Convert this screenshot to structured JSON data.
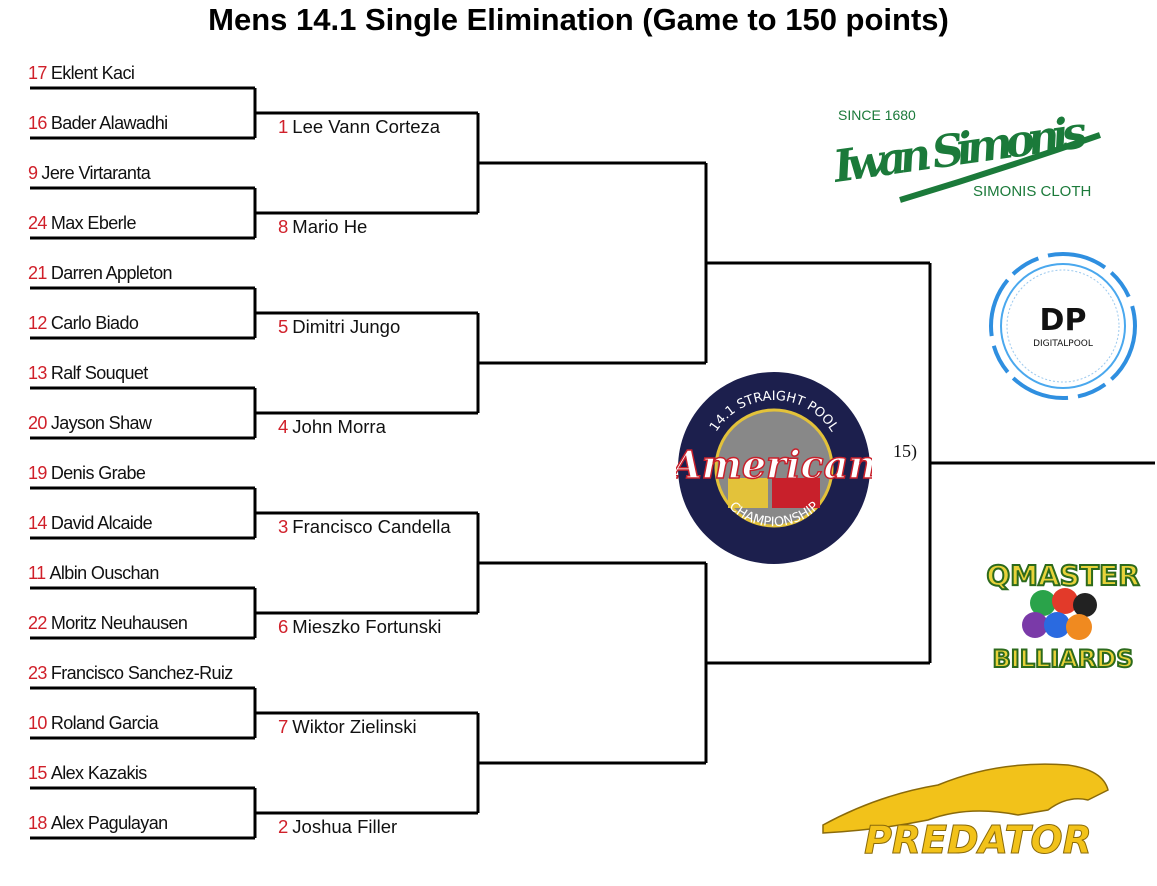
{
  "title": "Mens 14.1 Single Elimination (Game to 150 points)",
  "round1": [
    {
      "seed": "17",
      "name": "Eklent Kaci"
    },
    {
      "seed": "16",
      "name": "Bader Alawadhi"
    },
    {
      "seed": "9",
      "name": "Jere Virtaranta"
    },
    {
      "seed": "24",
      "name": "Max Eberle"
    },
    {
      "seed": "21",
      "name": "Darren Appleton"
    },
    {
      "seed": "12",
      "name": "Carlo Biado"
    },
    {
      "seed": "13",
      "name": "Ralf Souquet"
    },
    {
      "seed": "20",
      "name": "Jayson Shaw"
    },
    {
      "seed": "19",
      "name": "Denis Grabe"
    },
    {
      "seed": "14",
      "name": "David Alcaide"
    },
    {
      "seed": "11",
      "name": "Albin Ouschan"
    },
    {
      "seed": "22",
      "name": "Moritz Neuhausen"
    },
    {
      "seed": "23",
      "name": "Francisco Sanchez-Ruiz"
    },
    {
      "seed": "10",
      "name": "Roland Garcia"
    },
    {
      "seed": "15",
      "name": "Alex Kazakis"
    },
    {
      "seed": "18",
      "name": "Alex Pagulayan"
    }
  ],
  "round2": [
    {
      "seed": "1",
      "name": "Lee Vann Corteza"
    },
    {
      "seed": "8",
      "name": "Mario He"
    },
    {
      "seed": "5",
      "name": "Dimitri Jungo"
    },
    {
      "seed": "4",
      "name": "John Morra"
    },
    {
      "seed": "3",
      "name": "Francisco Candella"
    },
    {
      "seed": "6",
      "name": "Mieszko Fortunski"
    },
    {
      "seed": "7",
      "name": "Wiktor Zielinski"
    },
    {
      "seed": "2",
      "name": "Joshua Filler"
    }
  ],
  "final_match_label": "15)",
  "sponsors": {
    "simonis": {
      "since": "SINCE 1680",
      "script": "Iwan Simonis",
      "sub": "SIMONIS CLOTH",
      "color": "#1b7a3a"
    },
    "digitalpool": {
      "mark": "DP",
      "name": "DIGITALPOOL",
      "color": "#2f8fe0"
    },
    "american": {
      "top": "14.1 STRAIGHT POOL",
      "main": "American",
      "bottom": "CHAMPIONSHIP",
      "color": "#1c1f4d"
    },
    "qmaster": {
      "top": "QMASTER",
      "bottom": "BILLIARDS"
    },
    "predator": {
      "name": "PREDATOR",
      "color": "#f2c21a"
    }
  }
}
